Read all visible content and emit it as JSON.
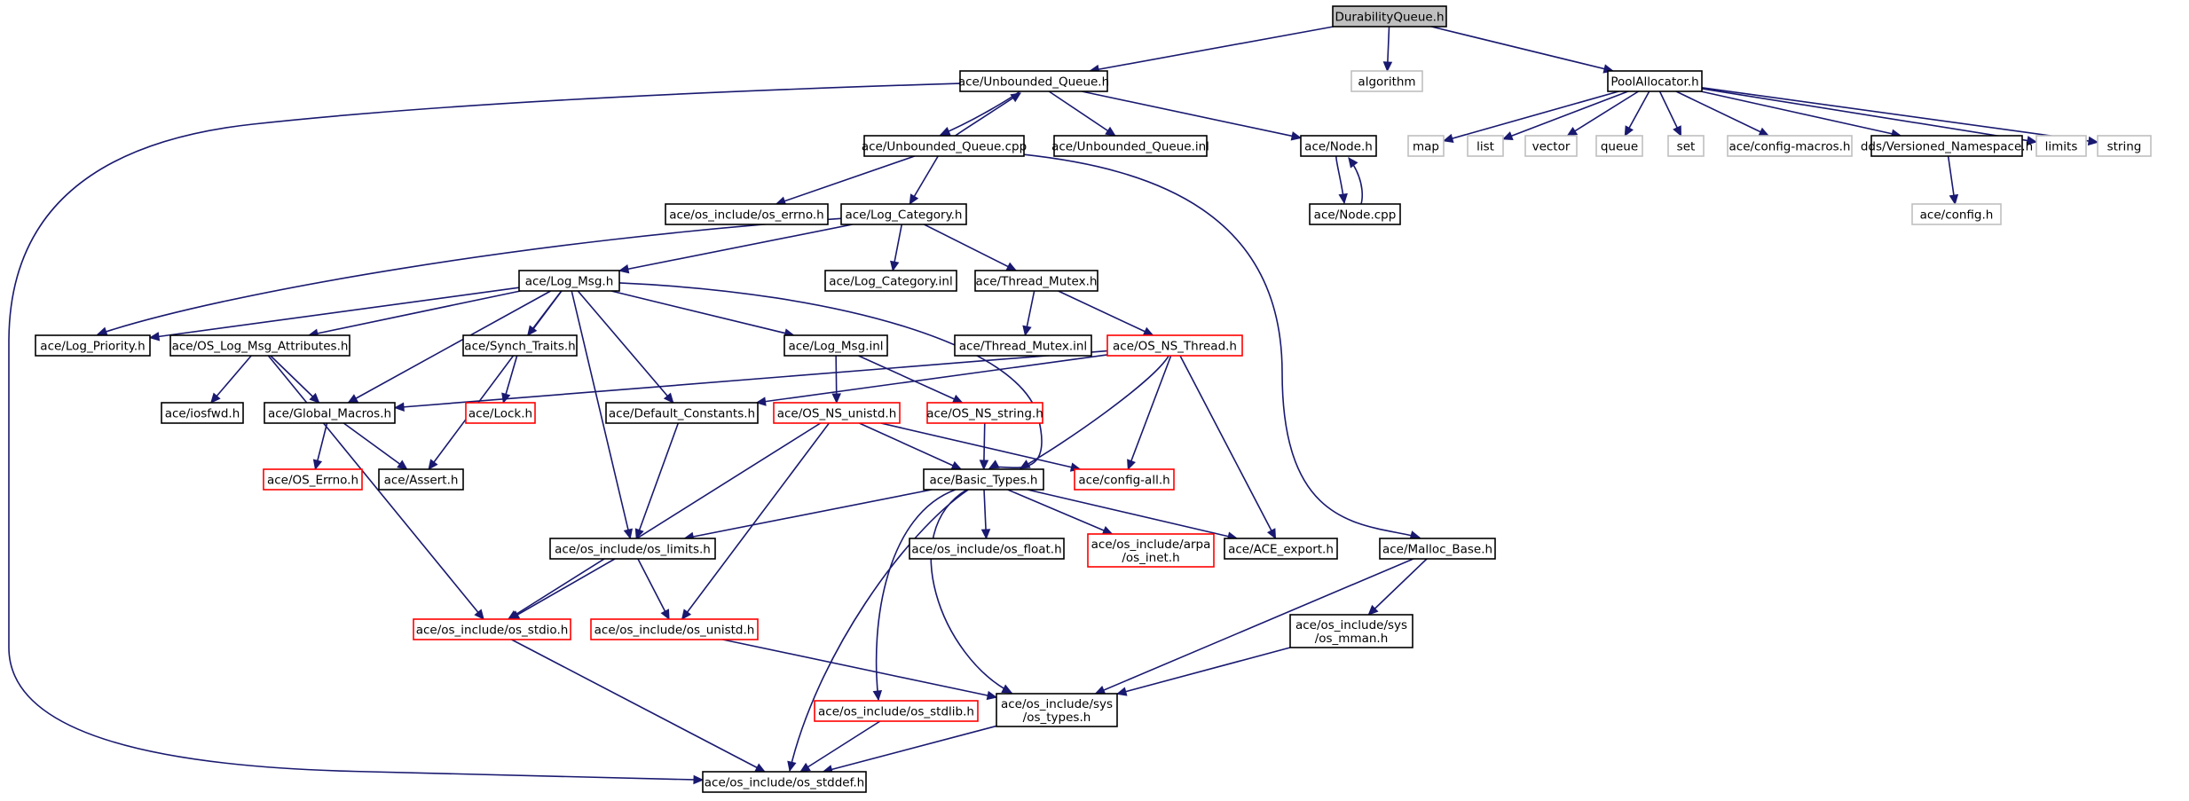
{
  "graph": {
    "colors": {
      "edge": "#191970",
      "normal_border": "#000000",
      "truncated_border": "#ff0000",
      "external_border": "#bfbfbf",
      "root_fill": "#bfbfbf",
      "node_fill": "#ffffff"
    },
    "nodes": [
      {
        "id": "root",
        "label": "DurabilityQueue.h",
        "kind": "root"
      },
      {
        "id": "uq_h",
        "label": "ace/Unbounded_Queue.h",
        "kind": "normal"
      },
      {
        "id": "algorithm",
        "label": "algorithm",
        "kind": "external"
      },
      {
        "id": "pool",
        "label": "PoolAllocator.h",
        "kind": "normal"
      },
      {
        "id": "uq_cpp",
        "label": "ace/Unbounded_Queue.cpp",
        "kind": "normal"
      },
      {
        "id": "uq_inl",
        "label": "ace/Unbounded_Queue.inl",
        "kind": "normal"
      },
      {
        "id": "node_h",
        "label": "ace/Node.h",
        "kind": "normal"
      },
      {
        "id": "node_cpp",
        "label": "ace/Node.cpp",
        "kind": "normal"
      },
      {
        "id": "map",
        "label": "map",
        "kind": "external"
      },
      {
        "id": "list",
        "label": "list",
        "kind": "external"
      },
      {
        "id": "vector",
        "label": "vector",
        "kind": "external"
      },
      {
        "id": "queue",
        "label": "queue",
        "kind": "external"
      },
      {
        "id": "set",
        "label": "set",
        "kind": "external"
      },
      {
        "id": "cfgmacros",
        "label": "ace/config-macros.h",
        "kind": "external"
      },
      {
        "id": "versioned",
        "label": "dds/Versioned_Namespace.h",
        "kind": "normal"
      },
      {
        "id": "limits",
        "label": "limits",
        "kind": "external"
      },
      {
        "id": "string",
        "label": "string",
        "kind": "external"
      },
      {
        "id": "config_h",
        "label": "ace/config.h",
        "kind": "external"
      },
      {
        "id": "os_errno",
        "label": "ace/os_include/os_errno.h",
        "kind": "normal"
      },
      {
        "id": "logcat_h",
        "label": "ace/Log_Category.h",
        "kind": "normal"
      },
      {
        "id": "logmsg_h",
        "label": "ace/Log_Msg.h",
        "kind": "normal"
      },
      {
        "id": "logcat_inl",
        "label": "ace/Log_Category.inl",
        "kind": "normal"
      },
      {
        "id": "thrmutex_h",
        "label": "ace/Thread_Mutex.h",
        "kind": "normal"
      },
      {
        "id": "logprio",
        "label": "ace/Log_Priority.h",
        "kind": "normal"
      },
      {
        "id": "oslogattr",
        "label": "ace/OS_Log_Msg_Attributes.h",
        "kind": "normal"
      },
      {
        "id": "synch",
        "label": "ace/Synch_Traits.h",
        "kind": "normal"
      },
      {
        "id": "logmsg_inl",
        "label": "ace/Log_Msg.inl",
        "kind": "normal"
      },
      {
        "id": "thrmutex_inl",
        "label": "ace/Thread_Mutex.inl",
        "kind": "normal"
      },
      {
        "id": "osnsthread",
        "label": "ace/OS_NS_Thread.h",
        "kind": "truncated"
      },
      {
        "id": "iosfwd",
        "label": "ace/iosfwd.h",
        "kind": "normal"
      },
      {
        "id": "globalmac",
        "label": "ace/Global_Macros.h",
        "kind": "normal"
      },
      {
        "id": "lock",
        "label": "ace/Lock.h",
        "kind": "truncated"
      },
      {
        "id": "defconst",
        "label": "ace/Default_Constants.h",
        "kind": "normal"
      },
      {
        "id": "osnsunistd",
        "label": "ace/OS_NS_unistd.h",
        "kind": "truncated"
      },
      {
        "id": "osnsstring",
        "label": "ace/OS_NS_string.h",
        "kind": "truncated"
      },
      {
        "id": "oserrno",
        "label": "ace/OS_Errno.h",
        "kind": "truncated"
      },
      {
        "id": "assert",
        "label": "ace/Assert.h",
        "kind": "normal"
      },
      {
        "id": "basictypes",
        "label": "ace/Basic_Types.h",
        "kind": "normal"
      },
      {
        "id": "configall",
        "label": "ace/config-all.h",
        "kind": "truncated"
      },
      {
        "id": "oslimits",
        "label": "ace/os_include/os_limits.h",
        "kind": "normal"
      },
      {
        "id": "osfloat",
        "label": "ace/os_include/os_float.h",
        "kind": "normal"
      },
      {
        "id": "osinet",
        "label": "ace/os_include/arpa\n/os_inet.h",
        "kind": "truncated"
      },
      {
        "id": "aceexport",
        "label": "ace/ACE_export.h",
        "kind": "normal"
      },
      {
        "id": "mallocbase",
        "label": "ace/Malloc_Base.h",
        "kind": "normal"
      },
      {
        "id": "osstdio",
        "label": "ace/os_include/os_stdio.h",
        "kind": "truncated"
      },
      {
        "id": "osunistd",
        "label": "ace/os_include/os_unistd.h",
        "kind": "truncated"
      },
      {
        "id": "osmman",
        "label": "ace/os_include/sys\n/os_mman.h",
        "kind": "normal"
      },
      {
        "id": "osstdlib",
        "label": "ace/os_include/os_stdlib.h",
        "kind": "truncated"
      },
      {
        "id": "ostypes",
        "label": "ace/os_include/sys\n/os_types.h",
        "kind": "normal"
      },
      {
        "id": "osstddef",
        "label": "ace/os_include/os_stddef.h",
        "kind": "normal"
      }
    ],
    "edges": [
      [
        "root",
        "uq_h"
      ],
      [
        "root",
        "algorithm"
      ],
      [
        "root",
        "pool"
      ],
      [
        "uq_h",
        "uq_cpp"
      ],
      [
        "uq_cpp",
        "uq_h"
      ],
      [
        "uq_h",
        "uq_inl"
      ],
      [
        "uq_h",
        "node_h"
      ],
      [
        "uq_h",
        "osstddef"
      ],
      [
        "node_h",
        "node_cpp"
      ],
      [
        "node_cpp",
        "node_h"
      ],
      [
        "pool",
        "map"
      ],
      [
        "pool",
        "list"
      ],
      [
        "pool",
        "vector"
      ],
      [
        "pool",
        "queue"
      ],
      [
        "pool",
        "set"
      ],
      [
        "pool",
        "cfgmacros"
      ],
      [
        "pool",
        "versioned"
      ],
      [
        "pool",
        "limits"
      ],
      [
        "pool",
        "string"
      ],
      [
        "versioned",
        "config_h"
      ],
      [
        "uq_cpp",
        "os_errno"
      ],
      [
        "uq_cpp",
        "logcat_h"
      ],
      [
        "uq_cpp",
        "mallocbase"
      ],
      [
        "logcat_h",
        "logmsg_h"
      ],
      [
        "logcat_h",
        "logprio"
      ],
      [
        "logcat_h",
        "logcat_inl"
      ],
      [
        "logcat_h",
        "thrmutex_h"
      ],
      [
        "thrmutex_h",
        "thrmutex_inl"
      ],
      [
        "thrmutex_h",
        "osnsthread"
      ],
      [
        "logmsg_h",
        "logprio"
      ],
      [
        "logmsg_h",
        "oslogattr"
      ],
      [
        "logmsg_h",
        "globalmac"
      ],
      [
        "logmsg_h",
        "assert"
      ],
      [
        "logmsg_h",
        "synch"
      ],
      [
        "logmsg_h",
        "oslimits"
      ],
      [
        "logmsg_h",
        "defconst"
      ],
      [
        "logmsg_h",
        "logmsg_inl"
      ],
      [
        "logmsg_h",
        "basictypes"
      ],
      [
        "oslogattr",
        "iosfwd"
      ],
      [
        "oslogattr",
        "globalmac"
      ],
      [
        "oslogattr",
        "osstdio"
      ],
      [
        "synch",
        "lock"
      ],
      [
        "globalmac",
        "oserrno"
      ],
      [
        "globalmac",
        "assert"
      ],
      [
        "osnsthread",
        "globalmac"
      ],
      [
        "osnsthread",
        "defconst"
      ],
      [
        "osnsthread",
        "basictypes"
      ],
      [
        "osnsthread",
        "configall"
      ],
      [
        "osnsthread",
        "aceexport"
      ],
      [
        "logmsg_inl",
        "osnsunistd"
      ],
      [
        "logmsg_inl",
        "osnsstring"
      ],
      [
        "defconst",
        "oslimits"
      ],
      [
        "osnsunistd",
        "basictypes"
      ],
      [
        "osnsunistd",
        "configall"
      ],
      [
        "osnsunistd",
        "osstdio"
      ],
      [
        "osnsunistd",
        "osunistd"
      ],
      [
        "osnsstring",
        "basictypes"
      ],
      [
        "basictypes",
        "oslimits"
      ],
      [
        "basictypes",
        "osfloat"
      ],
      [
        "basictypes",
        "osinet"
      ],
      [
        "basictypes",
        "aceexport"
      ],
      [
        "basictypes",
        "osstdlib"
      ],
      [
        "basictypes",
        "ostypes"
      ],
      [
        "basictypes",
        "osstddef"
      ],
      [
        "oslimits",
        "osstdio"
      ],
      [
        "oslimits",
        "osunistd"
      ],
      [
        "mallocbase",
        "osmman"
      ],
      [
        "mallocbase",
        "ostypes"
      ],
      [
        "osmman",
        "ostypes"
      ],
      [
        "osunistd",
        "ostypes"
      ],
      [
        "osstdio",
        "osstddef"
      ],
      [
        "osstdlib",
        "osstddef"
      ],
      [
        "ostypes",
        "osstddef"
      ]
    ]
  }
}
